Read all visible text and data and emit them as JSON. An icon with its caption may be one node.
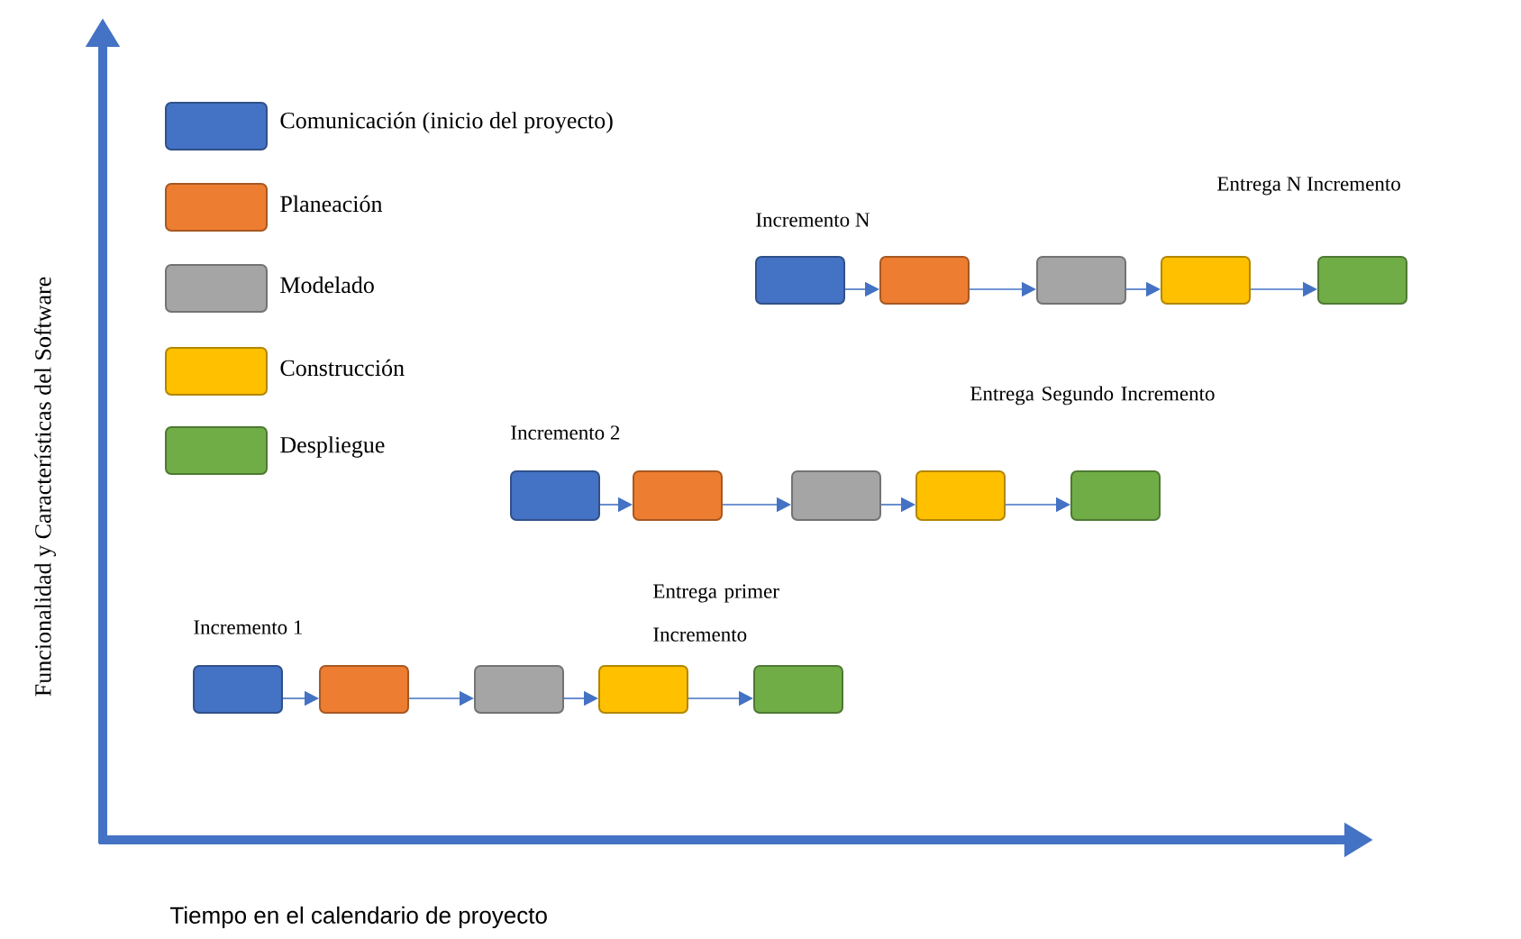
{
  "diagram": {
    "nodes": [
      {
        "text": [],
        "shape": "box",
        "beside": [
          "Incremento N"
        ]
      },
      {
        "text": [],
        "shape": "box"
      },
      {
        "text": [],
        "shape": "box"
      },
      {
        "text": [],
        "shape": "box"
      },
      {
        "text": [],
        "shape": "box",
        "beside": [
          "Entrega N Incremento"
        ]
      },
      {
        "text": [],
        "shape": "box",
        "beside": [
          "Incremento 2"
        ]
      },
      {
        "text": [],
        "shape": "box"
      },
      {
        "text": [],
        "shape": "box"
      },
      {
        "text": [],
        "shape": "box"
      },
      {
        "text": [],
        "shape": "box",
        "beside": [
          "Entrega Segundo Incremento"
        ]
      },
      {
        "text": [],
        "shape": "box",
        "beside": [
          "Incremento 1"
        ]
      },
      {
        "text": [],
        "shape": "box"
      },
      {
        "text": [],
        "shape": "box"
      },
      {
        "text": [],
        "shape": "box"
      },
      {
        "text": [],
        "shape": "box",
        "beside": [
          "Entrega primer Incremento"
        ]
      }
    ],
    "edges": [
      {
        "from": 0,
        "to": 1,
        "arrow": "to"
      },
      {
        "from": 1,
        "to": 2,
        "arrow": "to"
      },
      {
        "from": 2,
        "to": 3,
        "arrow": "to"
      },
      {
        "from": 3,
        "to": 4,
        "arrow": "to"
      },
      {
        "from": 5,
        "to": 6,
        "arrow": "to"
      },
      {
        "from": 6,
        "to": 7,
        "arrow": "to"
      },
      {
        "from": 7,
        "to": 8,
        "arrow": "to"
      },
      {
        "from": 8,
        "to": 9,
        "arrow": "to"
      },
      {
        "from": 10,
        "to": 11,
        "arrow": "to"
      },
      {
        "from": 11,
        "to": 12,
        "arrow": "to"
      },
      {
        "from": 12,
        "to": 13,
        "arrow": "to"
      },
      {
        "from": 13,
        "to": 14,
        "arrow": "to"
      }
    ],
    "labels": [
      "Funcionalidad y Características del Software",
      "Tiempo en el calendario de proyecto"
    ],
    "legend": [
      {
        "text": "Comunicación (inicio del proyecto)",
        "color": "#4472c4"
      },
      {
        "text": "Planeación",
        "color": "#ed7d31"
      },
      {
        "text": "Modelado",
        "color": "#a5a5a5"
      },
      {
        "text": "Construcción",
        "color": "#ffc000"
      },
      {
        "text": "Despliegue",
        "color": "#70ad47"
      }
    ]
  }
}
